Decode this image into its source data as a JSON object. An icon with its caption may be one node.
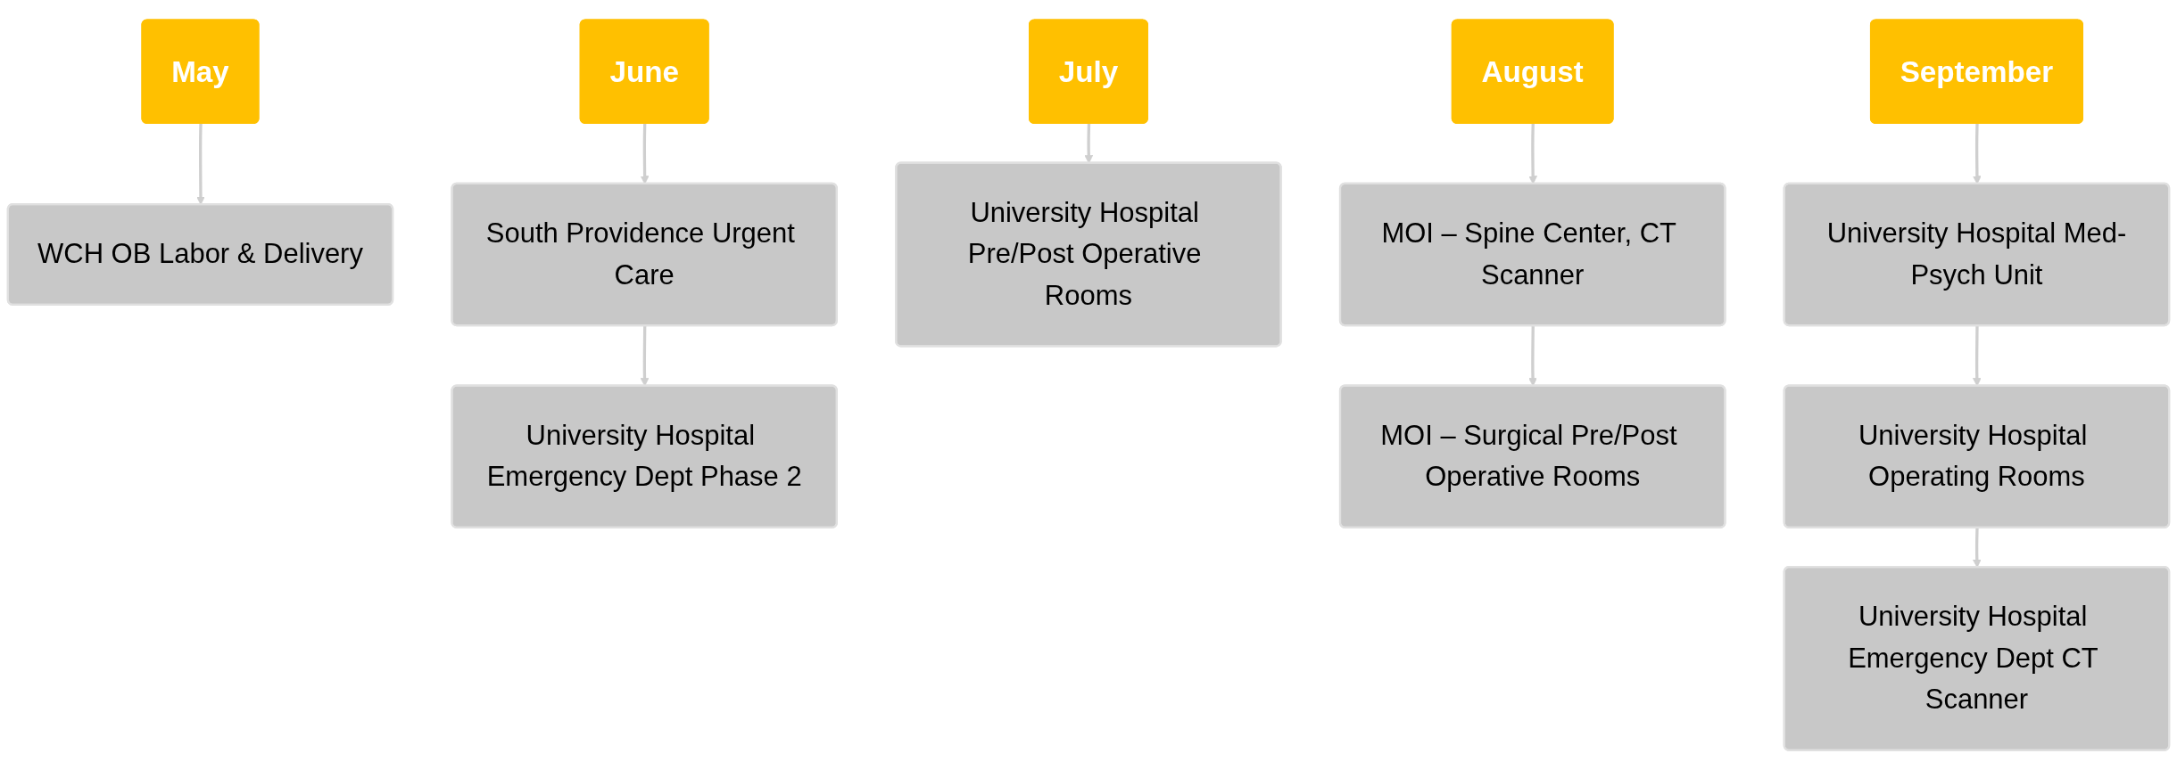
{
  "diagram": {
    "nodes": [
      {
        "text": [
          "May"
        ]
      },
      {
        "text": [
          "WCH OB Labor & Delivery"
        ]
      },
      {
        "text": [
          "June"
        ]
      },
      {
        "text": [
          "South Providence Urgent Care"
        ]
      },
      {
        "text": [
          "University Hospital Emergency Dept Phase 2"
        ]
      },
      {
        "text": [
          "July"
        ]
      },
      {
        "text": [
          "University Hospital Pre/Post Operative Rooms"
        ]
      },
      {
        "text": [
          "August"
        ]
      },
      {
        "text": [
          "MOI – Spine Center, CT Scanner"
        ]
      },
      {
        "text": [
          "MOI – Surgical Pre/Post Operative Rooms"
        ]
      },
      {
        "text": [
          "September"
        ]
      },
      {
        "text": [
          "University Hospital Med-Psych Unit"
        ]
      },
      {
        "text": [
          "University Hospital Operating Rooms"
        ]
      },
      {
        "text": [
          "University Hospital Emergency Dept CT Scanner"
        ]
      }
    ],
    "edges": [
      {
        "from": 0,
        "to": 1,
        "arrow": "to"
      },
      {
        "from": 2,
        "to": 3,
        "arrow": "to"
      },
      {
        "from": 3,
        "to": 4,
        "arrow": "to"
      },
      {
        "from": 5,
        "to": 6,
        "arrow": "to"
      },
      {
        "from": 7,
        "to": 8,
        "arrow": "to"
      },
      {
        "from": 8,
        "to": 9,
        "arrow": "to"
      },
      {
        "from": 10,
        "to": 11,
        "arrow": "to"
      },
      {
        "from": 11,
        "to": 12,
        "arrow": "to"
      },
      {
        "from": 12,
        "to": 13,
        "arrow": "to"
      }
    ]
  }
}
